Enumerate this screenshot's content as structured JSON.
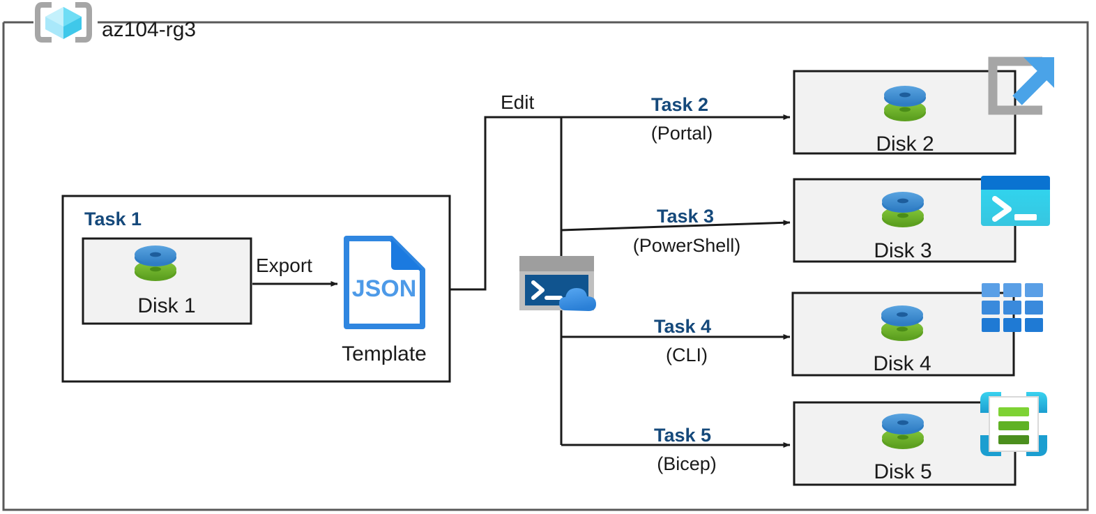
{
  "diagram": {
    "resource_group": {
      "name": "az104-rg3",
      "icon": "azure-resource-group-icon",
      "border_color": "#595959"
    },
    "task1": {
      "heading": "Task 1",
      "heading_color": "#15497B",
      "source": {
        "label": "Disk 1",
        "icon": "managed-disk-icon",
        "fill": "#F2F2F2",
        "border": "#1a1a1a"
      },
      "export_label": "Export",
      "template": {
        "label": "Template",
        "icon": "json-file-icon",
        "badge_text": "JSON",
        "icon_color": "#2f86e0"
      }
    },
    "edit_label": "Edit",
    "cloud_shell": {
      "icon": "cloud-shell-icon",
      "prompt": ">_",
      "frame_color": "#9e9e9e",
      "terminal_color": "#10548f",
      "cloud_color": "#3e9bf0"
    },
    "branches": [
      {
        "task": "Task 2",
        "tool": "(Portal)",
        "disk_label": "Disk 2",
        "disk_icon": "managed-disk-icon",
        "tool_icon": "azure-portal-icon",
        "accent": "#4aa3e8"
      },
      {
        "task": "Task 3",
        "tool": "(PowerShell)",
        "disk_label": "Disk 3",
        "disk_icon": "managed-disk-icon",
        "tool_icon": "powershell-icon",
        "accent": "#2ed0f0"
      },
      {
        "task": "Task 4",
        "tool": "(CLI)",
        "disk_label": "Disk 4",
        "disk_icon": "managed-disk-icon",
        "tool_icon": "azure-cli-grid-icon",
        "accent": "#3b8fe0"
      },
      {
        "task": "Task 5",
        "tool": "(Bicep)",
        "disk_label": "Disk 5",
        "disk_icon": "managed-disk-icon",
        "tool_icon": "bicep-icon",
        "accent": "#32c8e8"
      }
    ],
    "colors": {
      "disk_blue": "#3b8fd4",
      "disk_green": "#6cb52d",
      "box_fill": "#F2F2F2",
      "box_stroke": "#1a1a1a",
      "line": "#1a1a1a",
      "task_blue": "#15497B"
    }
  }
}
